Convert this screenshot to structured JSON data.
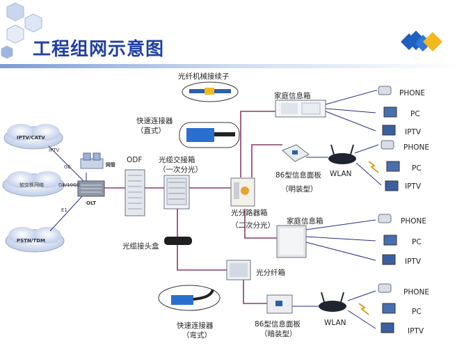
{
  "title": "工程组网示意图",
  "clouds": {
    "iptv": "IPTV/CATV",
    "softswitch": "软交换网络",
    "pstn": "PSTN/TDM"
  },
  "links": {
    "iptv": "IPTV",
    "ge": "GE",
    "ge10": "GE/10GE",
    "e1": "E1",
    "netmgmt": "网管"
  },
  "olt": "OLT",
  "odf": "ODF",
  "mech_splice": "光纤机械接续子",
  "fast_conn_straight": "快速连接器\n（直式）",
  "fast_conn_straight_l1": "快速连接器",
  "fast_conn_straight_l2": "（直式）",
  "cross_box_l1": "光缆交接箱",
  "cross_box_l2": "（一次分光）",
  "splitter_box_l1": "光分路器箱",
  "splitter_box_l2": "（二次分光）",
  "splice_closure": "光缆接头盒",
  "fiber_box": "光分纤箱",
  "home_box_1": "家庭信息箱",
  "home_box_2": "家庭信息箱",
  "panel_86_open_l1": "86型信息面板",
  "panel_86_open_l2": "（明装型）",
  "panel_86_hidden_l1": "86型信息面板",
  "panel_86_hidden_l2": "（暗装型）",
  "fast_conn_bent_l1": "快速连接器",
  "fast_conn_bent_l2": "（弯式）",
  "wlan_1": "WLAN",
  "wlan_2": "WLAN",
  "terminals": {
    "g1": [
      "PHONE",
      "PC",
      "IPTV"
    ],
    "g2": [
      "PHONE",
      "PC",
      "IPTV"
    ],
    "g3": [
      "PHONE",
      "PC",
      "IPTV"
    ],
    "g4": [
      "PHONE",
      "PC",
      "IPTV"
    ]
  },
  "colors": {
    "title": "#1f3fa6",
    "fiber_line": "#8a3a6a",
    "device_line": "#2a2a8a",
    "header_gradient_start": "#7a9cd6",
    "logo_blue": "#1f5fbf",
    "logo_yellow": "#f2b820"
  }
}
